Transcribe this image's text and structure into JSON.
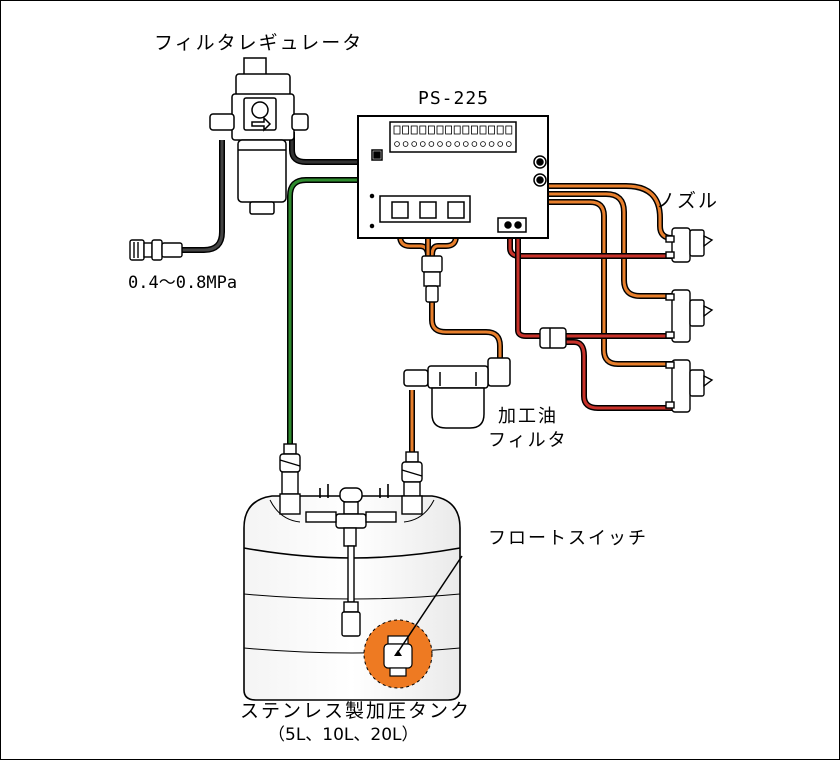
{
  "labels": {
    "filter_regulator": "フィルタレギュレータ",
    "controller": "PS-225",
    "pressure": "0.4〜0.8MPa",
    "nozzle": "ノズル",
    "oil_filter_line1": "加工油",
    "oil_filter_line2": "フィルタ",
    "float_switch": "フロートスイッチ",
    "tank_line1": "ステンレス製加圧タンク",
    "tank_line2": "（5L、10L、20L）"
  },
  "colors": {
    "air_line": "#1a1a1a",
    "air_supply_green": "#2e8b2e",
    "oil_line_orange": "#e87f2c",
    "oil_line_red": "#c8322a",
    "float_highlight": "#ee7a22"
  }
}
